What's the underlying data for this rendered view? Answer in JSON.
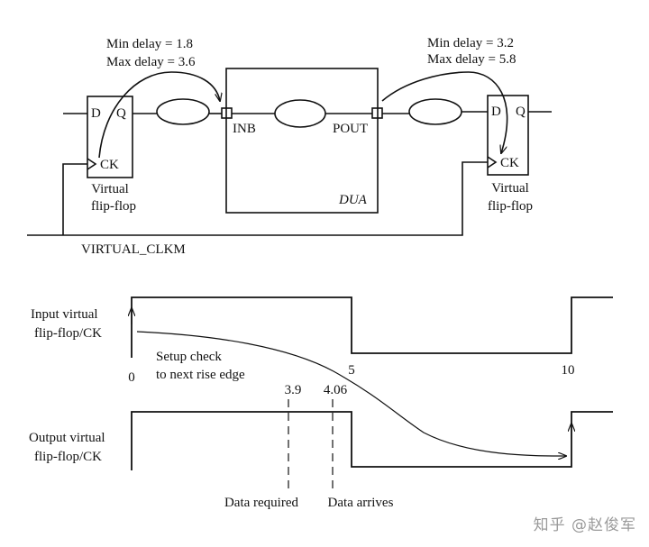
{
  "top": {
    "left_ff": {
      "d": "D",
      "q": "Q",
      "ck": "CK",
      "caption_line1": "Virtual",
      "caption_line2": "flip-flop"
    },
    "right_ff": {
      "d": "D",
      "q": "Q",
      "ck": "CK",
      "caption_line1": "Virtual",
      "caption_line2": "flip-flop"
    },
    "input_delay": {
      "min": "Min delay = 1.8",
      "max": "Max delay = 3.6"
    },
    "output_delay": {
      "min": "Min delay = 3.2",
      "max": "Max delay = 5.8"
    },
    "dua_label": "DUA",
    "inb_label": "INB",
    "pout_label": "POUT",
    "clock_label": "VIRTUAL_CLKM"
  },
  "timing": {
    "input_label_line1": "Input virtual",
    "input_label_line2": "flip-flop/CK",
    "output_label_line1": "Output virtual",
    "output_label_line2": "flip-flop/CK",
    "setup_line1": "Setup check",
    "setup_line2": "to next rise edge",
    "t0": "0",
    "t5": "5",
    "t10": "10",
    "t_required": "3.9",
    "t_arrives": "4.06",
    "data_required": "Data required",
    "data_arrives": "Data arrives"
  },
  "watermark": "知乎 @赵俊军"
}
